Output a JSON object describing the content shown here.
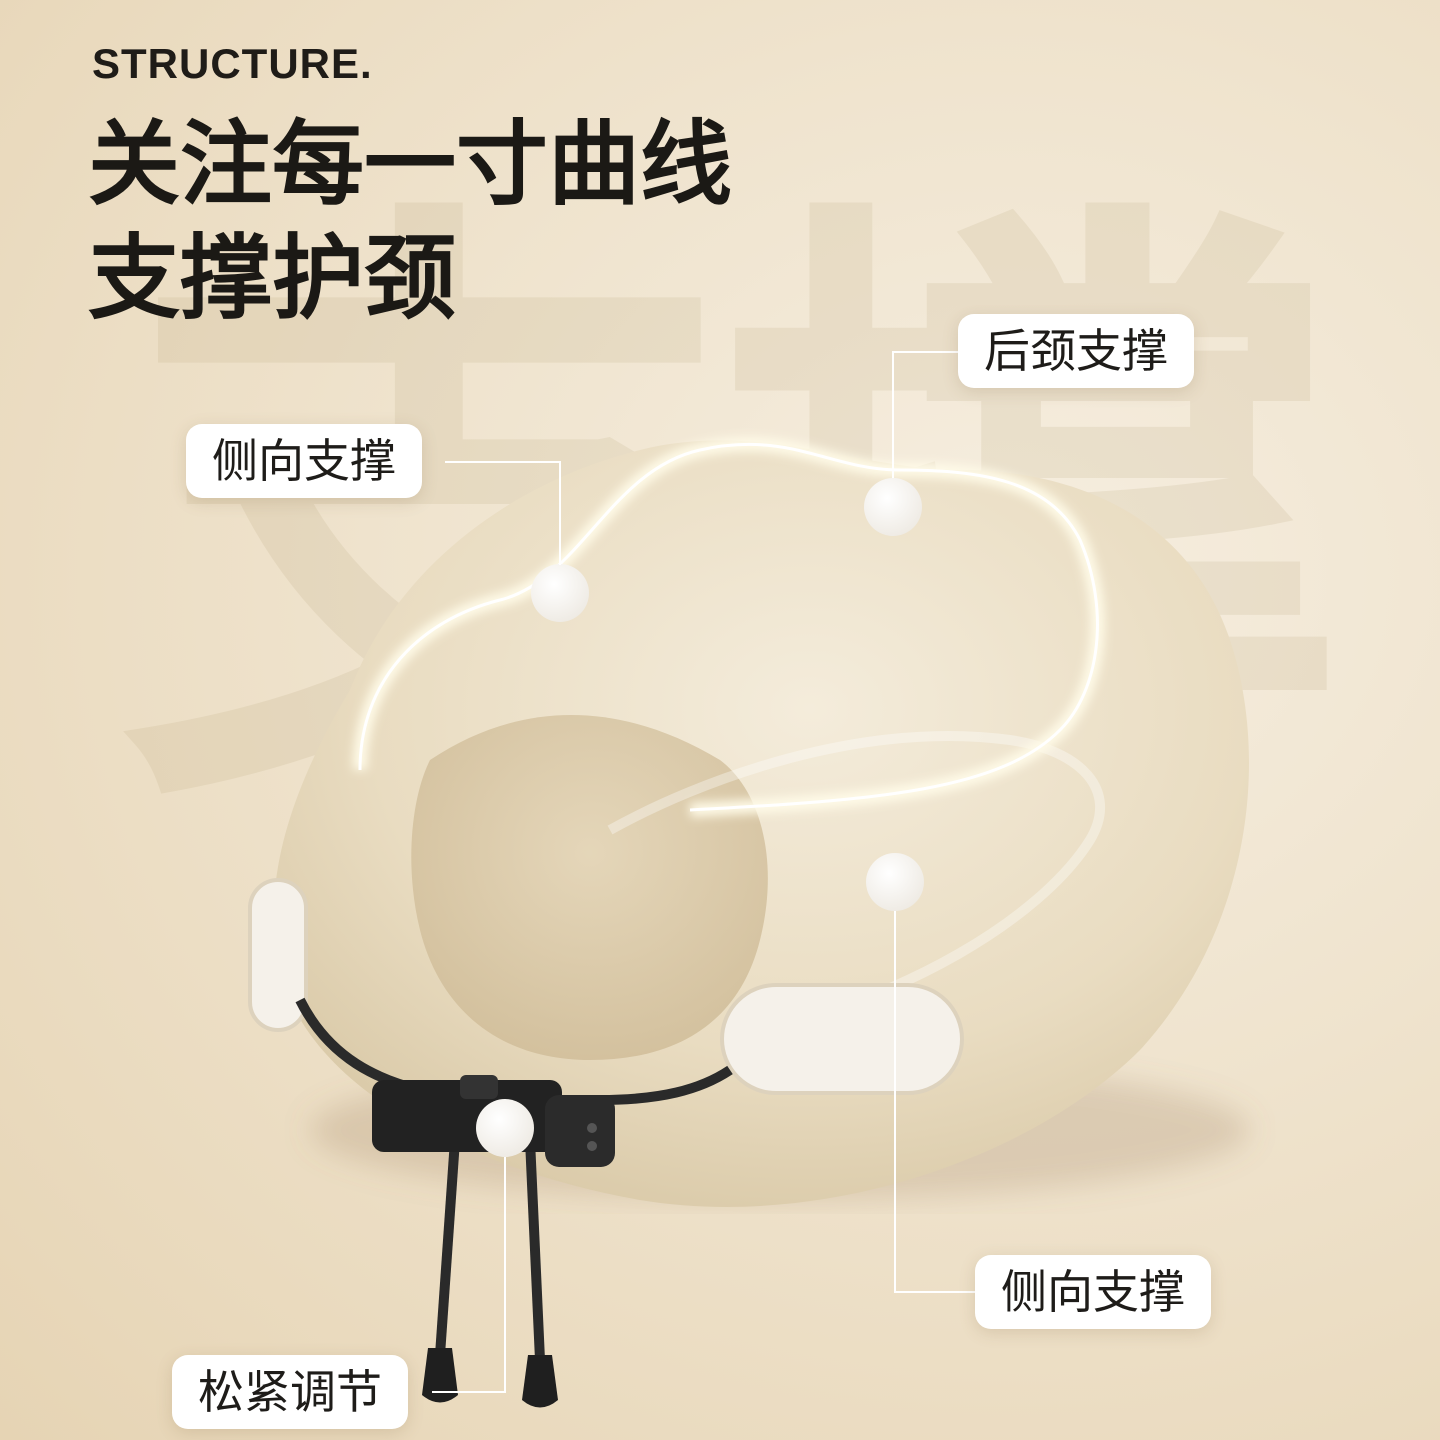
{
  "header": {
    "eyebrow": "STRUCTURE.",
    "headline_line1": "关注每一寸曲线",
    "headline_line2": "支撑护颈"
  },
  "background_glyph": "支撑",
  "callouts": {
    "back_neck": "后颈支撑",
    "side_left": "侧向支撑",
    "side_right": "侧向支撑",
    "adjust": "松紧调节"
  },
  "colors": {
    "background": "#efe3cd",
    "pillow": "#ece2cc",
    "text": "#1b1915",
    "toggle": "#222222"
  }
}
